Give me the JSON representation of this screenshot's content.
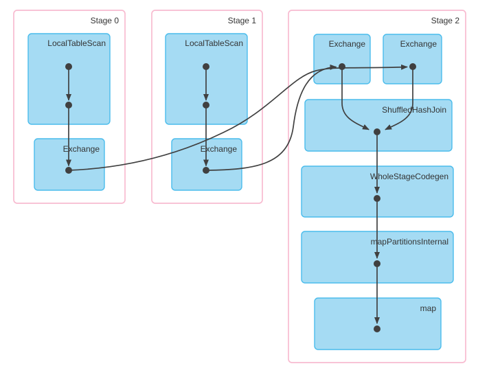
{
  "diagram": {
    "kind": "spark-sql-dag-visualization",
    "colors": {
      "stage_stroke": "#f8bbd0",
      "node_fill": "#a5dbf3",
      "node_stroke": "#4abcec",
      "edge_color": "#404040",
      "text_color": "#333333"
    },
    "stages": [
      {
        "label": "Stage 0",
        "nodes": [
          {
            "label": "LocalTableScan"
          },
          {
            "label": "Exchange"
          }
        ]
      },
      {
        "label": "Stage 1",
        "nodes": [
          {
            "label": "LocalTableScan"
          },
          {
            "label": "Exchange"
          }
        ]
      },
      {
        "label": "Stage 2",
        "nodes": [
          {
            "label": "Exchange"
          },
          {
            "label": "Exchange"
          },
          {
            "label": "ShuffledHashJoin"
          },
          {
            "label": "WholeStageCodegen"
          },
          {
            "label": "mapPartitionsInternal"
          },
          {
            "label": "map"
          }
        ]
      }
    ],
    "edges": [
      {
        "from": "Stage 0 / LocalTableScan",
        "to": "Stage 0 / Exchange"
      },
      {
        "from": "Stage 1 / LocalTableScan",
        "to": "Stage 1 / Exchange"
      },
      {
        "from": "Stage 1 / Exchange",
        "to": "Stage 2 / Exchange (left)"
      },
      {
        "from": "Stage 0 / Exchange",
        "to": "Stage 2 / Exchange (right)"
      },
      {
        "from": "Stage 2 / Exchange (left)",
        "to": "Stage 2 / ShuffledHashJoin"
      },
      {
        "from": "Stage 2 / Exchange (right)",
        "to": "Stage 2 / ShuffledHashJoin"
      },
      {
        "from": "Stage 2 / ShuffledHashJoin",
        "to": "Stage 2 / WholeStageCodegen"
      },
      {
        "from": "Stage 2 / WholeStageCodegen",
        "to": "Stage 2 / mapPartitionsInternal"
      },
      {
        "from": "Stage 2 / mapPartitionsInternal",
        "to": "Stage 2 / map"
      }
    ]
  }
}
